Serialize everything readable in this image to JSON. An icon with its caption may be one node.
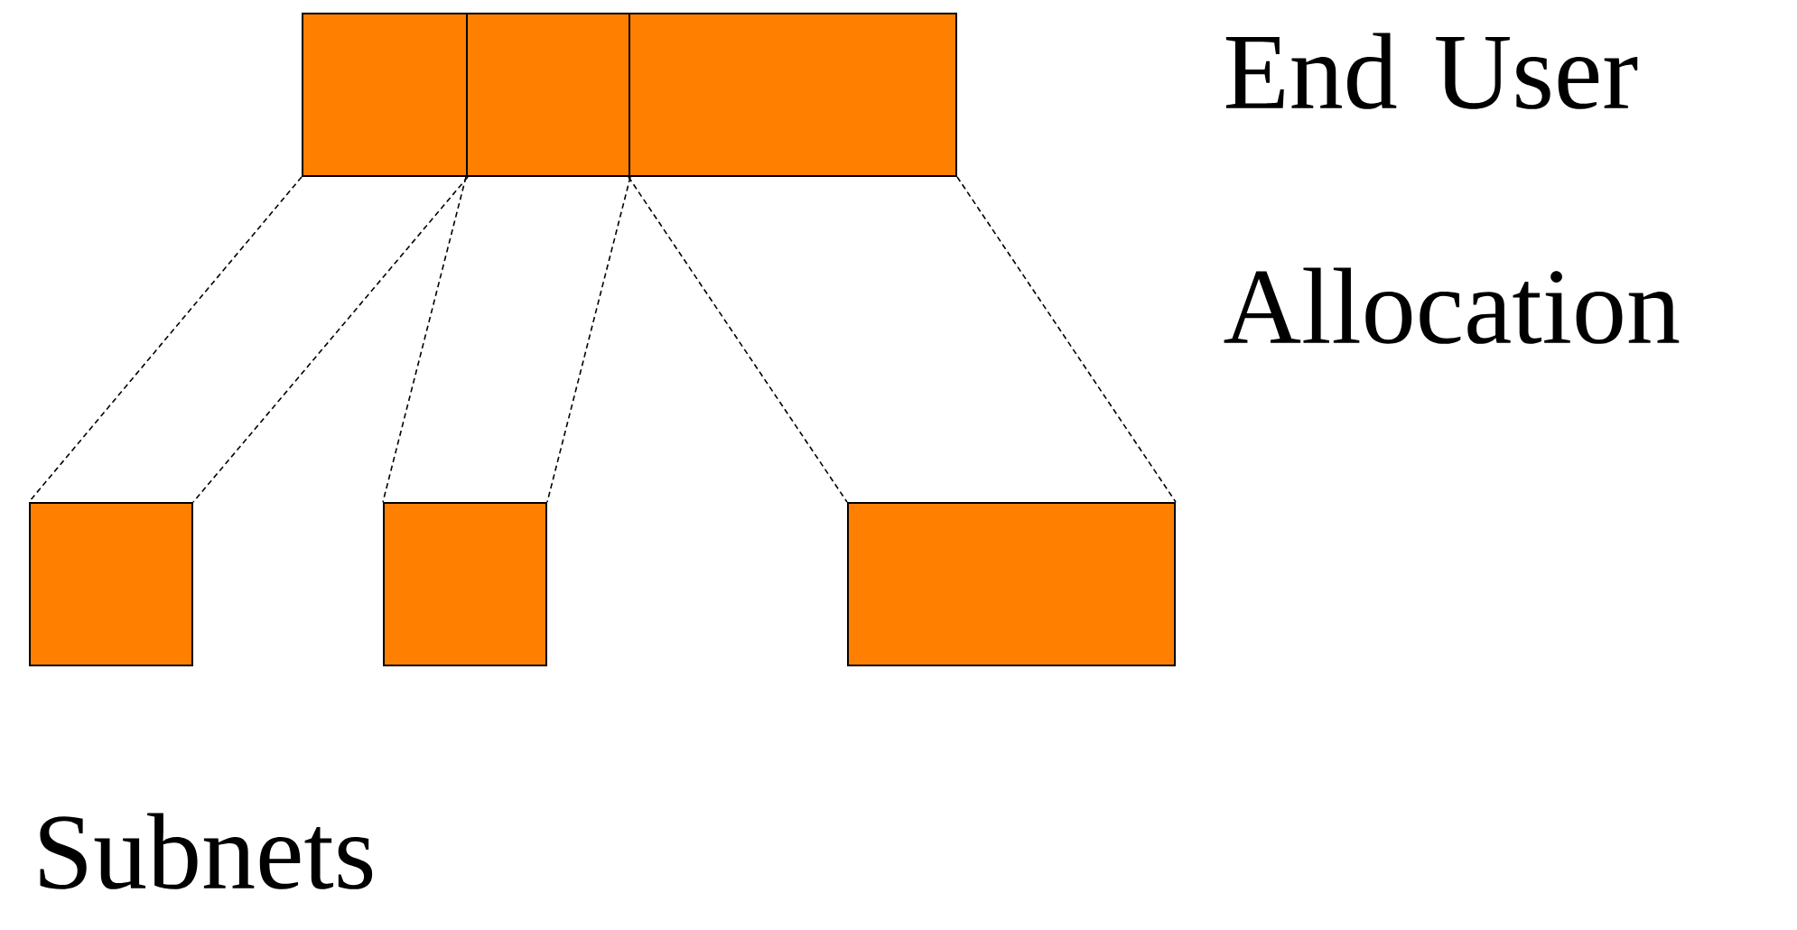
{
  "diagram": {
    "nodes": [
      {
        "text": [],
        "shape": "box"
      },
      {
        "text": [],
        "shape": "box"
      },
      {
        "text": [],
        "shape": "box"
      },
      {
        "text": [],
        "shape": "box"
      },
      {
        "text": [],
        "shape": "box"
      },
      {
        "text": [],
        "shape": "box"
      }
    ],
    "edges": [
      {
        "from": 0,
        "to": 3,
        "arrow": "none",
        "style": "dashed"
      },
      {
        "from": 0,
        "to": 3,
        "arrow": "none",
        "style": "dashed"
      },
      {
        "from": 1,
        "to": 4,
        "arrow": "none",
        "style": "dashed"
      },
      {
        "from": 1,
        "to": 4,
        "arrow": "none",
        "style": "dashed"
      },
      {
        "from": 2,
        "to": 5,
        "arrow": "none",
        "style": "dashed"
      },
      {
        "from": 2,
        "to": 5,
        "arrow": "none",
        "style": "dashed"
      }
    ],
    "labels": [
      "End User Allocation",
      "Subnets"
    ]
  }
}
